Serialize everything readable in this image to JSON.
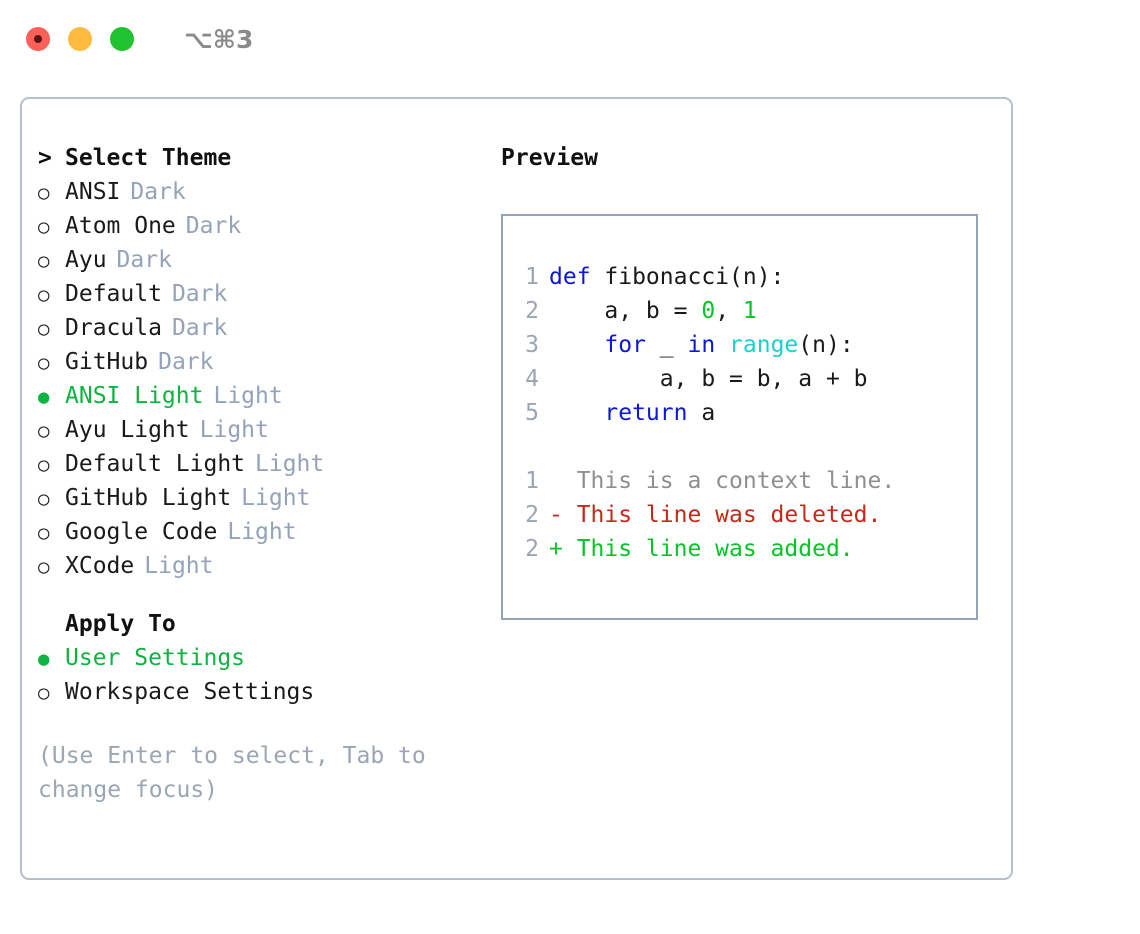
{
  "titlebar": {
    "shortcut": "⌥⌘3",
    "dots": [
      {
        "name": "close",
        "color": "#fc6058"
      },
      {
        "name": "minimize",
        "color": "#fdbc40"
      },
      {
        "name": "maximize",
        "color": "#1fc22f"
      }
    ]
  },
  "theme_list": {
    "header_marker": ">",
    "header": "Select Theme",
    "marker_selected": "●",
    "marker_unselected": "○",
    "items": [
      {
        "name": "ANSI",
        "suffix": "Dark",
        "selected": false
      },
      {
        "name": "Atom One",
        "suffix": "Dark",
        "selected": false
      },
      {
        "name": "Ayu",
        "suffix": "Dark",
        "selected": false
      },
      {
        "name": "Default",
        "suffix": "Dark",
        "selected": false
      },
      {
        "name": "Dracula",
        "suffix": "Dark",
        "selected": false
      },
      {
        "name": "GitHub",
        "suffix": "Dark",
        "selected": false
      },
      {
        "name": "ANSI Light",
        "suffix": "Light",
        "selected": true
      },
      {
        "name": "Ayu Light",
        "suffix": "Light",
        "selected": false
      },
      {
        "name": "Default Light",
        "suffix": "Light",
        "selected": false
      },
      {
        "name": "GitHub Light",
        "suffix": "Light",
        "selected": false
      },
      {
        "name": "Google Code",
        "suffix": "Light",
        "selected": false
      },
      {
        "name": "XCode",
        "suffix": "Light",
        "selected": false
      }
    ]
  },
  "apply_to": {
    "header": "Apply To",
    "items": [
      {
        "name": "User Settings",
        "selected": true
      },
      {
        "name": "Workspace Settings",
        "selected": false
      }
    ]
  },
  "hint": "(Use Enter to select, Tab to change focus)",
  "preview": {
    "title": "Preview",
    "code_lines": [
      {
        "num": "1",
        "tokens": [
          {
            "t": "def",
            "c": "kw"
          },
          {
            "t": " fibonacci(n):",
            "c": "txt"
          }
        ]
      },
      {
        "num": "2",
        "tokens": [
          {
            "t": "    a, b = ",
            "c": "txt"
          },
          {
            "t": "0",
            "c": "num"
          },
          {
            "t": ", ",
            "c": "txt"
          },
          {
            "t": "1",
            "c": "num"
          }
        ]
      },
      {
        "num": "3",
        "tokens": [
          {
            "t": "    ",
            "c": "txt"
          },
          {
            "t": "for",
            "c": "kw"
          },
          {
            "t": " _ ",
            "c": "txt"
          },
          {
            "t": "in",
            "c": "kw"
          },
          {
            "t": " ",
            "c": "txt"
          },
          {
            "t": "range",
            "c": "fn"
          },
          {
            "t": "(n):",
            "c": "txt"
          }
        ]
      },
      {
        "num": "4",
        "tokens": [
          {
            "t": "        a, b = b, a + b",
            "c": "txt"
          }
        ]
      },
      {
        "num": "5",
        "tokens": [
          {
            "t": "    ",
            "c": "txt"
          },
          {
            "t": "return",
            "c": "kw"
          },
          {
            "t": " a",
            "c": "txt"
          }
        ]
      }
    ],
    "diff_lines": [
      {
        "num": "1",
        "text": "  This is a context line.",
        "kind": "ctx"
      },
      {
        "num": "2",
        "text": "- This line was deleted.",
        "kind": "del"
      },
      {
        "num": "2",
        "text": "+ This line was added.",
        "kind": "add"
      }
    ]
  },
  "colors": {
    "accent_green": "#10b341",
    "muted": "#94a3b8",
    "border": "#b6c0cc",
    "preview_border": "#94a3b8",
    "keyword": "#0d17d6",
    "number": "#0ac32a",
    "function": "#1ad1cc",
    "text": "#1a1a1a",
    "diff_delete": "#c42a18",
    "diff_add": "#0ac32a",
    "diff_context": "#8f8f8f"
  }
}
